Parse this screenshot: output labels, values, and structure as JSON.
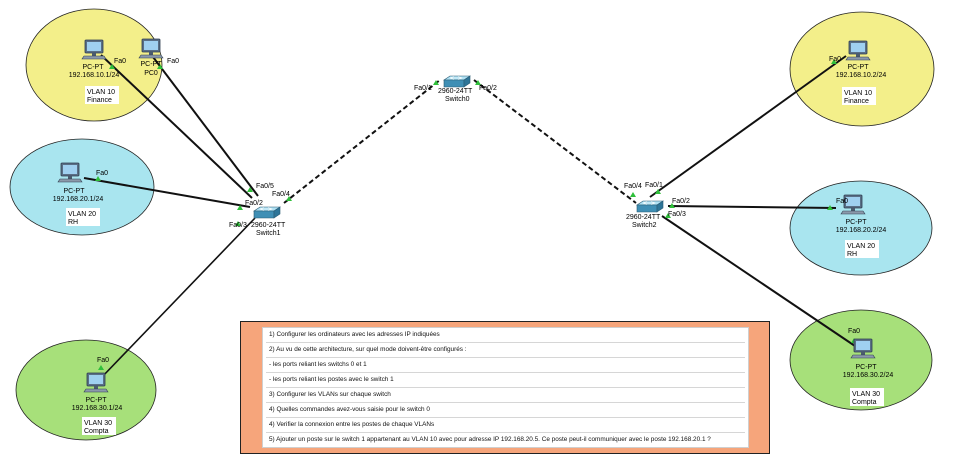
{
  "zones": [
    {
      "id": "z1",
      "vlan": "VLAN 10",
      "name": "Finance",
      "color": "#f3ef8a"
    },
    {
      "id": "z2",
      "vlan": "VLAN 20",
      "name": "RH",
      "color": "#a9e5ef"
    },
    {
      "id": "z3",
      "vlan": "VLAN 30",
      "name": "Compta",
      "color": "#a7e07a"
    },
    {
      "id": "z4",
      "vlan": "VLAN 10",
      "name": "Finance",
      "color": "#f3ef8a"
    },
    {
      "id": "z5",
      "vlan": "VLAN 20",
      "name": "RH",
      "color": "#a9e5ef"
    },
    {
      "id": "z6",
      "vlan": "VLAN 30",
      "name": "Compta",
      "color": "#a7e07a"
    }
  ],
  "pcs": [
    {
      "model": "PC-PT",
      "label": "192.168.10.1/24",
      "port": "Fa0"
    },
    {
      "model": "PC-PT",
      "label": "PC0",
      "port": "Fa0"
    },
    {
      "model": "PC-PT",
      "label": "192.168.20.1/24",
      "port": "Fa0"
    },
    {
      "model": "PC-PT",
      "label": "192.168.30.1/24",
      "port": "Fa0"
    },
    {
      "model": "PC-PT",
      "label": "192.168.10.2/24",
      "port": "Fa0"
    },
    {
      "model": "PC-PT",
      "label": "192.168.20.2/24",
      "port": "Fa0"
    },
    {
      "model": "PC-PT",
      "label": "192.168.30.2/24",
      "port": "Fa0"
    }
  ],
  "switches": [
    {
      "model": "2960-24TT",
      "name": "Switch0"
    },
    {
      "model": "2960-24TT",
      "name": "Switch1"
    },
    {
      "model": "2960-24TT",
      "name": "Switch2"
    }
  ],
  "ports": {
    "sw0_left": "Fa0/1",
    "sw0_right": "Fa0/2",
    "sw1_a": "Fa0/5",
    "sw1_b": "Fa0/4",
    "sw1_c": "Fa0/2",
    "sw1_d": "Fa0/3",
    "sw2_a": "Fa0/4",
    "sw2_b": "Fa0/1",
    "sw2_c": "Fa0/2",
    "sw2_d": "Fa0/3"
  },
  "tasks": [
    "1) Configurer les ordinateurs avec les adresses IP indiquées",
    "2) Au vu de cette architecture, sur quel mode doivent-être configurés :",
    "- les ports reliant les switchs 0 et 1",
    "- les ports reliant les postes avec le switch 1",
    "3) Configurer les VLANs sur chaque switch",
    "4) Quelles commandes avez-vous saisie pour le switch 0",
    "4) Verifier la connexion entre les postes de chaque VLANs",
    "5) Ajouter un poste sur le switch 1 appartenant au VLAN 10 avec pour adresse IP 192.168.20.5. Ce poste peut-il communiquer avec le poste 192.168.20.1 ?"
  ]
}
